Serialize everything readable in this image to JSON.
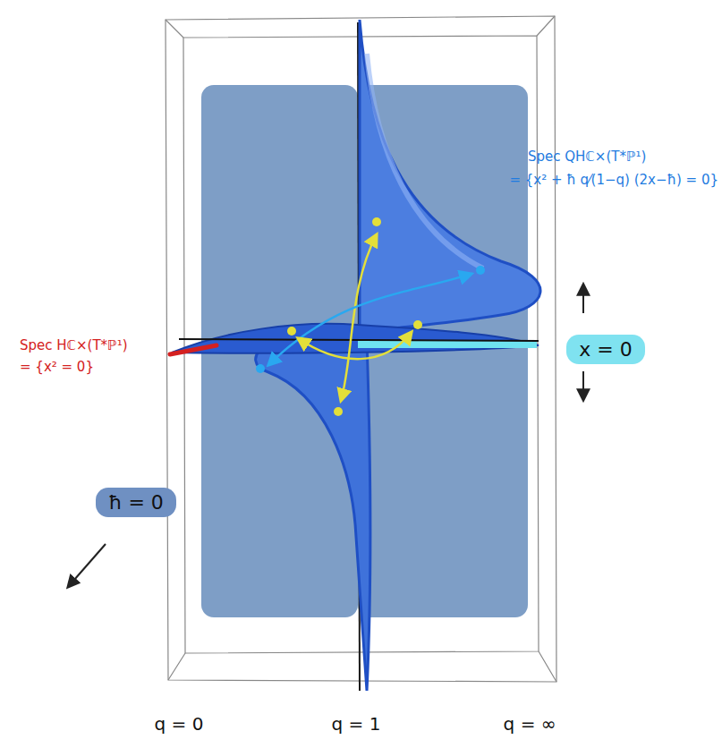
{
  "diagram": {
    "nodes": [
      {
        "text": [
          "x = 0"
        ]
      },
      {
        "text": [
          "ħ = 0"
        ]
      }
    ],
    "labels": [
      "Spec QHℂ×(T*ℙ¹)",
      "= {x² + ħ q⁄(1−q) (2x−ħ) = 0}",
      "Spec Hℂ×(T*ℙ¹)",
      "= {x² = 0}",
      "q = 0",
      "q = 1",
      "q = ∞"
    ]
  }
}
